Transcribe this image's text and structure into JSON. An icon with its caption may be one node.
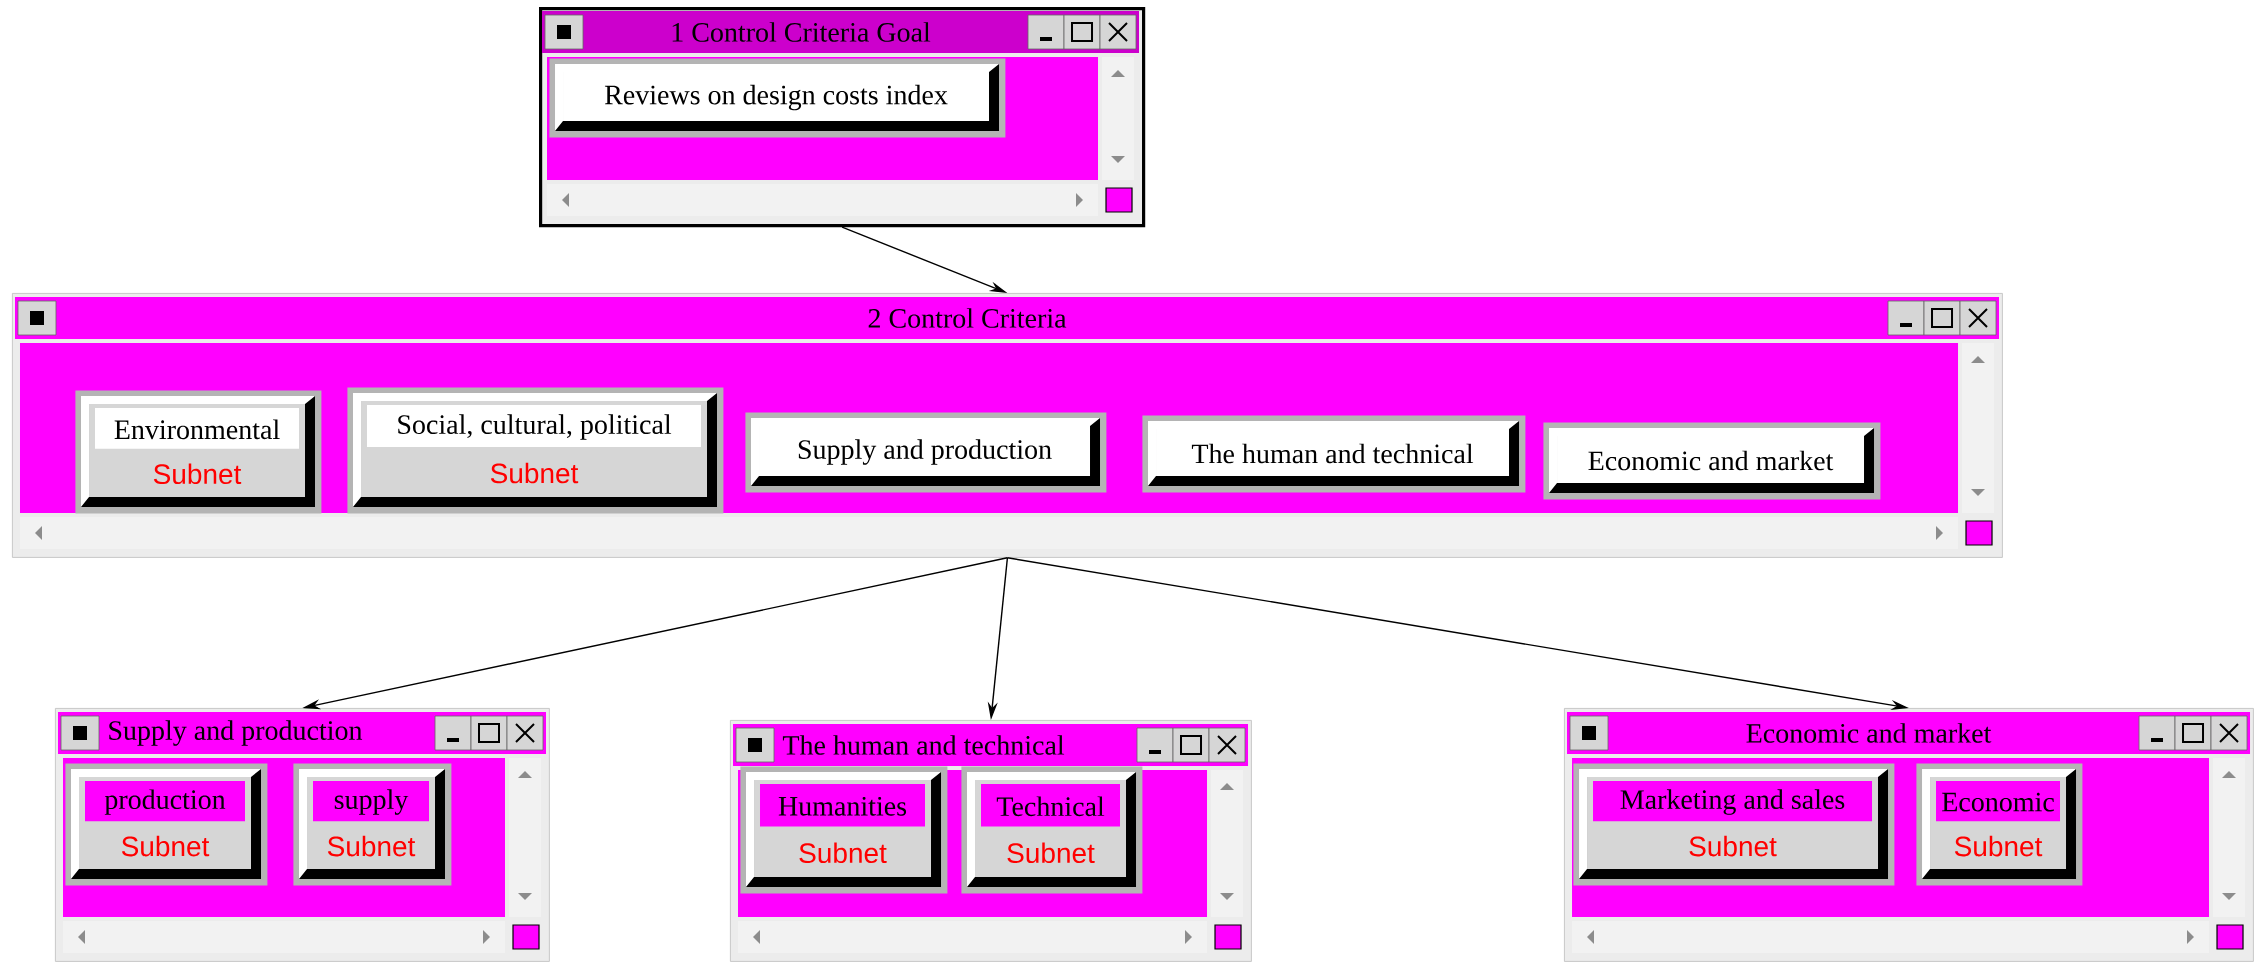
{
  "diagram": {
    "nodes": [
      {
        "text": [
          "1 Control Criteria Goal"
        ]
      },
      {
        "text": [
          "Reviews on design costs index"
        ],
        "in": 0
      },
      {
        "text": [
          "2 Control Criteria"
        ]
      },
      {
        "text": [
          "Environmental",
          "Subnet"
        ],
        "in": 2
      },
      {
        "text": [
          "Social, cultural, political",
          "Subnet"
        ],
        "in": 2
      },
      {
        "text": [
          "Supply and production"
        ],
        "in": 2
      },
      {
        "text": [
          "The human and technical"
        ],
        "in": 2
      },
      {
        "text": [
          "Economic and market"
        ],
        "in": 2
      },
      {
        "text": [
          "Supply and production"
        ]
      },
      {
        "text": [
          "production",
          "Subnet"
        ],
        "in": 8
      },
      {
        "text": [
          "supply",
          "Subnet"
        ],
        "in": 8
      },
      {
        "text": [
          "The human and technical"
        ]
      },
      {
        "text": [
          "Humanities",
          "Subnet"
        ],
        "in": 11
      },
      {
        "text": [
          "Technical",
          "Subnet"
        ],
        "in": 11
      },
      {
        "text": [
          "Economic and market"
        ]
      },
      {
        "text": [
          "Marketing and sales",
          "Subnet"
        ],
        "in": 14
      },
      {
        "text": [
          "Economic",
          "Subnet"
        ],
        "in": 14
      }
    ],
    "edges": [
      {
        "from": 0,
        "to": 2,
        "arrow": "to"
      },
      {
        "from": 2,
        "to": 8,
        "arrow": "to"
      },
      {
        "from": 2,
        "to": 11,
        "arrow": "to"
      },
      {
        "from": 2,
        "to": 14,
        "arrow": "to"
      }
    ]
  }
}
